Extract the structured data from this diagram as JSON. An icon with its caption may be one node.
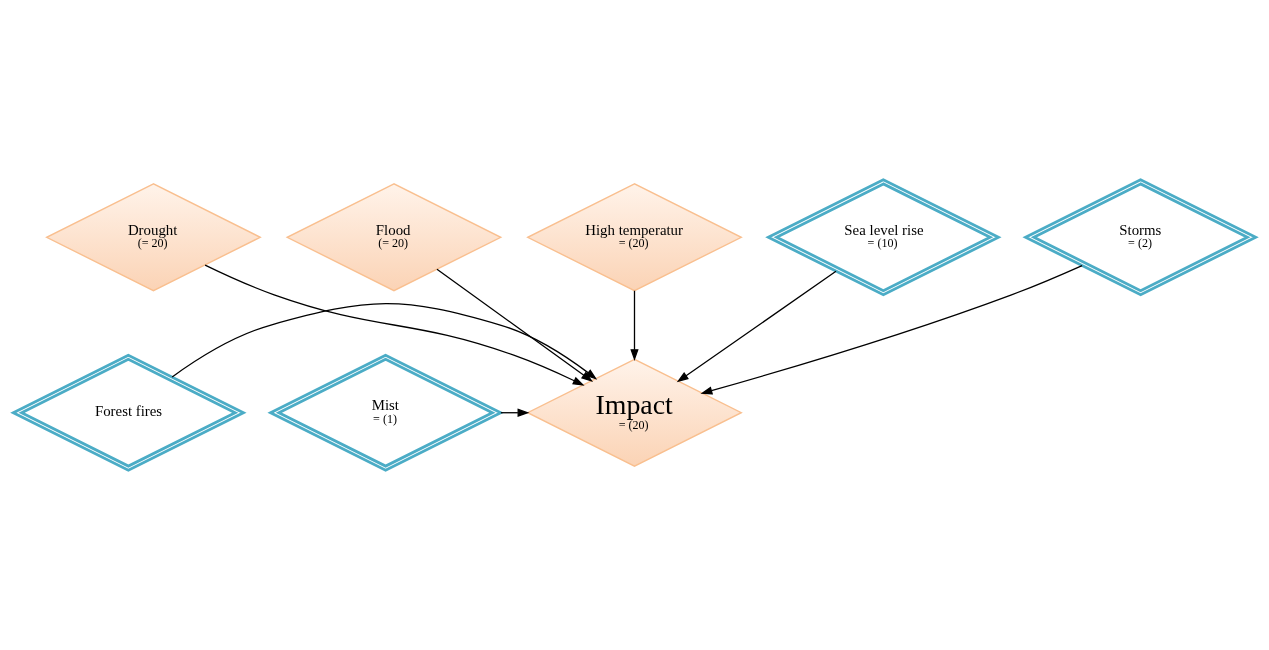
{
  "diagram": {
    "nodes": [
      {
        "text": [
          "Drought",
          "(= 20)"
        ]
      },
      {
        "text": [
          "Flood",
          "(= 20)"
        ]
      },
      {
        "text": [
          "High temperatur",
          "= (20)"
        ]
      },
      {
        "text": [
          "Sea level rise",
          "= (10)"
        ]
      },
      {
        "text": [
          "Storms",
          "= (2)"
        ]
      },
      {
        "text": [
          "Forest fires"
        ]
      },
      {
        "text": [
          "Impact",
          "= (20)"
        ]
      },
      {
        "text": [
          "Mist",
          "= (1)"
        ]
      }
    ],
    "edges": [
      {
        "from": 0,
        "to": 6,
        "arrow": "to"
      },
      {
        "from": 1,
        "to": 6,
        "arrow": "to"
      },
      {
        "from": 2,
        "to": 6,
        "arrow": "to"
      },
      {
        "from": 4,
        "to": 6,
        "arrow": "to"
      },
      {
        "from": 3,
        "to": 6,
        "arrow": "to"
      },
      {
        "from": 5,
        "to": 6,
        "arrow": "to"
      },
      {
        "from": 7,
        "to": 6,
        "arrow": "to"
      }
    ]
  }
}
